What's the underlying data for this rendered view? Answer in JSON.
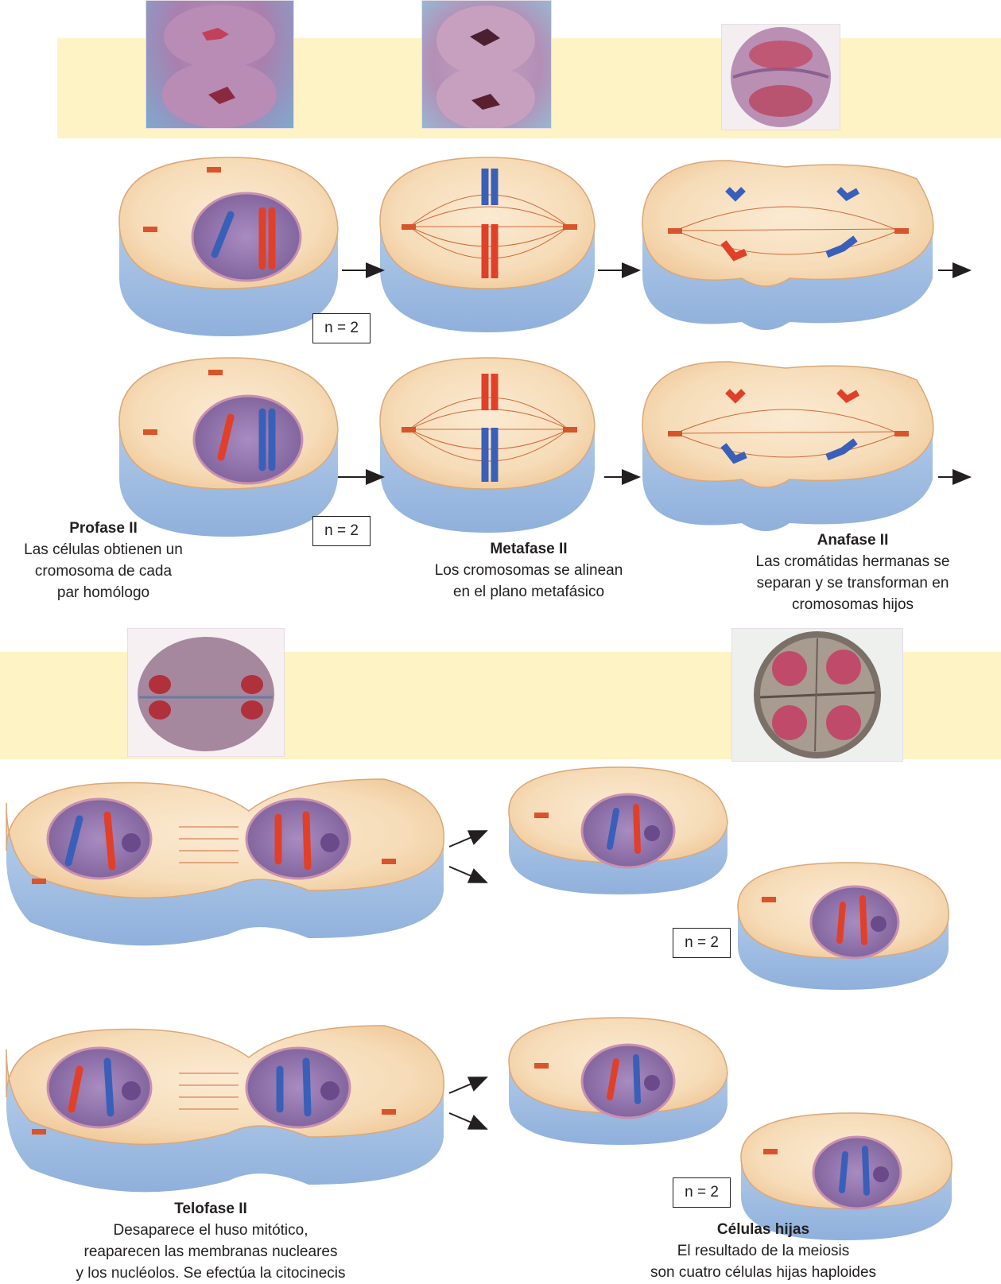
{
  "stages": {
    "prophase": {
      "title": "Profase II",
      "desc": [
        "Las células obtienen un",
        "cromosoma de cada",
        "par homólogo"
      ]
    },
    "metaphase": {
      "title": "Metafase II",
      "desc": [
        "Los cromosomas se alinean",
        "en el plano metafásico"
      ]
    },
    "anaphase": {
      "title": "Anafase II",
      "desc": [
        "Las cromátidas hermanas se",
        "separan y se transforman en",
        "cromosomas hijos"
      ]
    },
    "telophase": {
      "title": "Telofase II",
      "desc": [
        "Desaparece el huso mitótico,",
        "reaparecen las membranas nucleares",
        "y los nucléolos. Se efectúa la citocinecis"
      ]
    },
    "daughters": {
      "title": "Células hijas",
      "desc": [
        "El resultado de la meiosis",
        "son cuatro células hijas haploides"
      ]
    }
  },
  "ploidy_label": "n = 2",
  "colors": {
    "band": "#fdf3c4",
    "cytoplasm": "#f6dcb8",
    "membrane": "#a9c5e6",
    "nucleus": "#8e6fa8",
    "chromosome_red": "#e0402a",
    "chromosome_blue": "#3a5fb8",
    "spindle": "#d06a3a"
  }
}
